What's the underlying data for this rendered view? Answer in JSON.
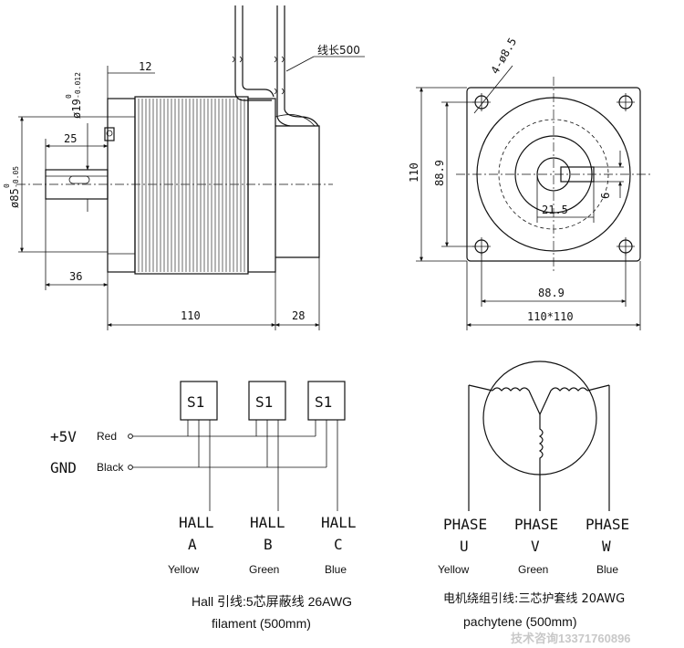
{
  "side_view": {
    "lead_length": "线长500",
    "dim_12": "12",
    "dim_shaft_dia": "ø19",
    "dim_shaft_tol_upper": "0",
    "dim_shaft_tol_lower": "-0.012",
    "dim_25": "25",
    "dim_flange_dia": "ø85",
    "dim_flange_tol_upper": "0",
    "dim_flange_tol_lower": "-0.05",
    "dim_36": "36",
    "dim_110": "110",
    "dim_28": "28"
  },
  "front_view": {
    "holes": "4-ø8.5",
    "height_110": "110",
    "height_889": "88.9",
    "width_889": "88.9",
    "size": "110*110",
    "key_215": "21.5",
    "key_6": "6"
  },
  "hall": {
    "sensors": [
      "S1",
      "S1",
      "S1"
    ],
    "vplus": "+5V",
    "gnd": "GND",
    "red": "Red",
    "black": "Black",
    "outputs": [
      {
        "top": "HALL",
        "letter": "A",
        "color": "Yellow"
      },
      {
        "top": "HALL",
        "letter": "B",
        "color": "Green"
      },
      {
        "top": "HALL",
        "letter": "C",
        "color": "Blue"
      }
    ],
    "note_line1": "Hall 引线:5芯屏蔽线 26AWG",
    "note_line2": "filament (500mm)"
  },
  "phase": {
    "outputs": [
      {
        "top": "PHASE",
        "letter": "U",
        "color": "Yellow"
      },
      {
        "top": "PHASE",
        "letter": "V",
        "color": "Green"
      },
      {
        "top": "PHASE",
        "letter": "W",
        "color": "Blue"
      }
    ],
    "note_line1": "电机绕组引线:三芯护套线 20AWG",
    "note_line2": "pachytene (500mm)",
    "watermark": "技术咨询13371760896"
  }
}
